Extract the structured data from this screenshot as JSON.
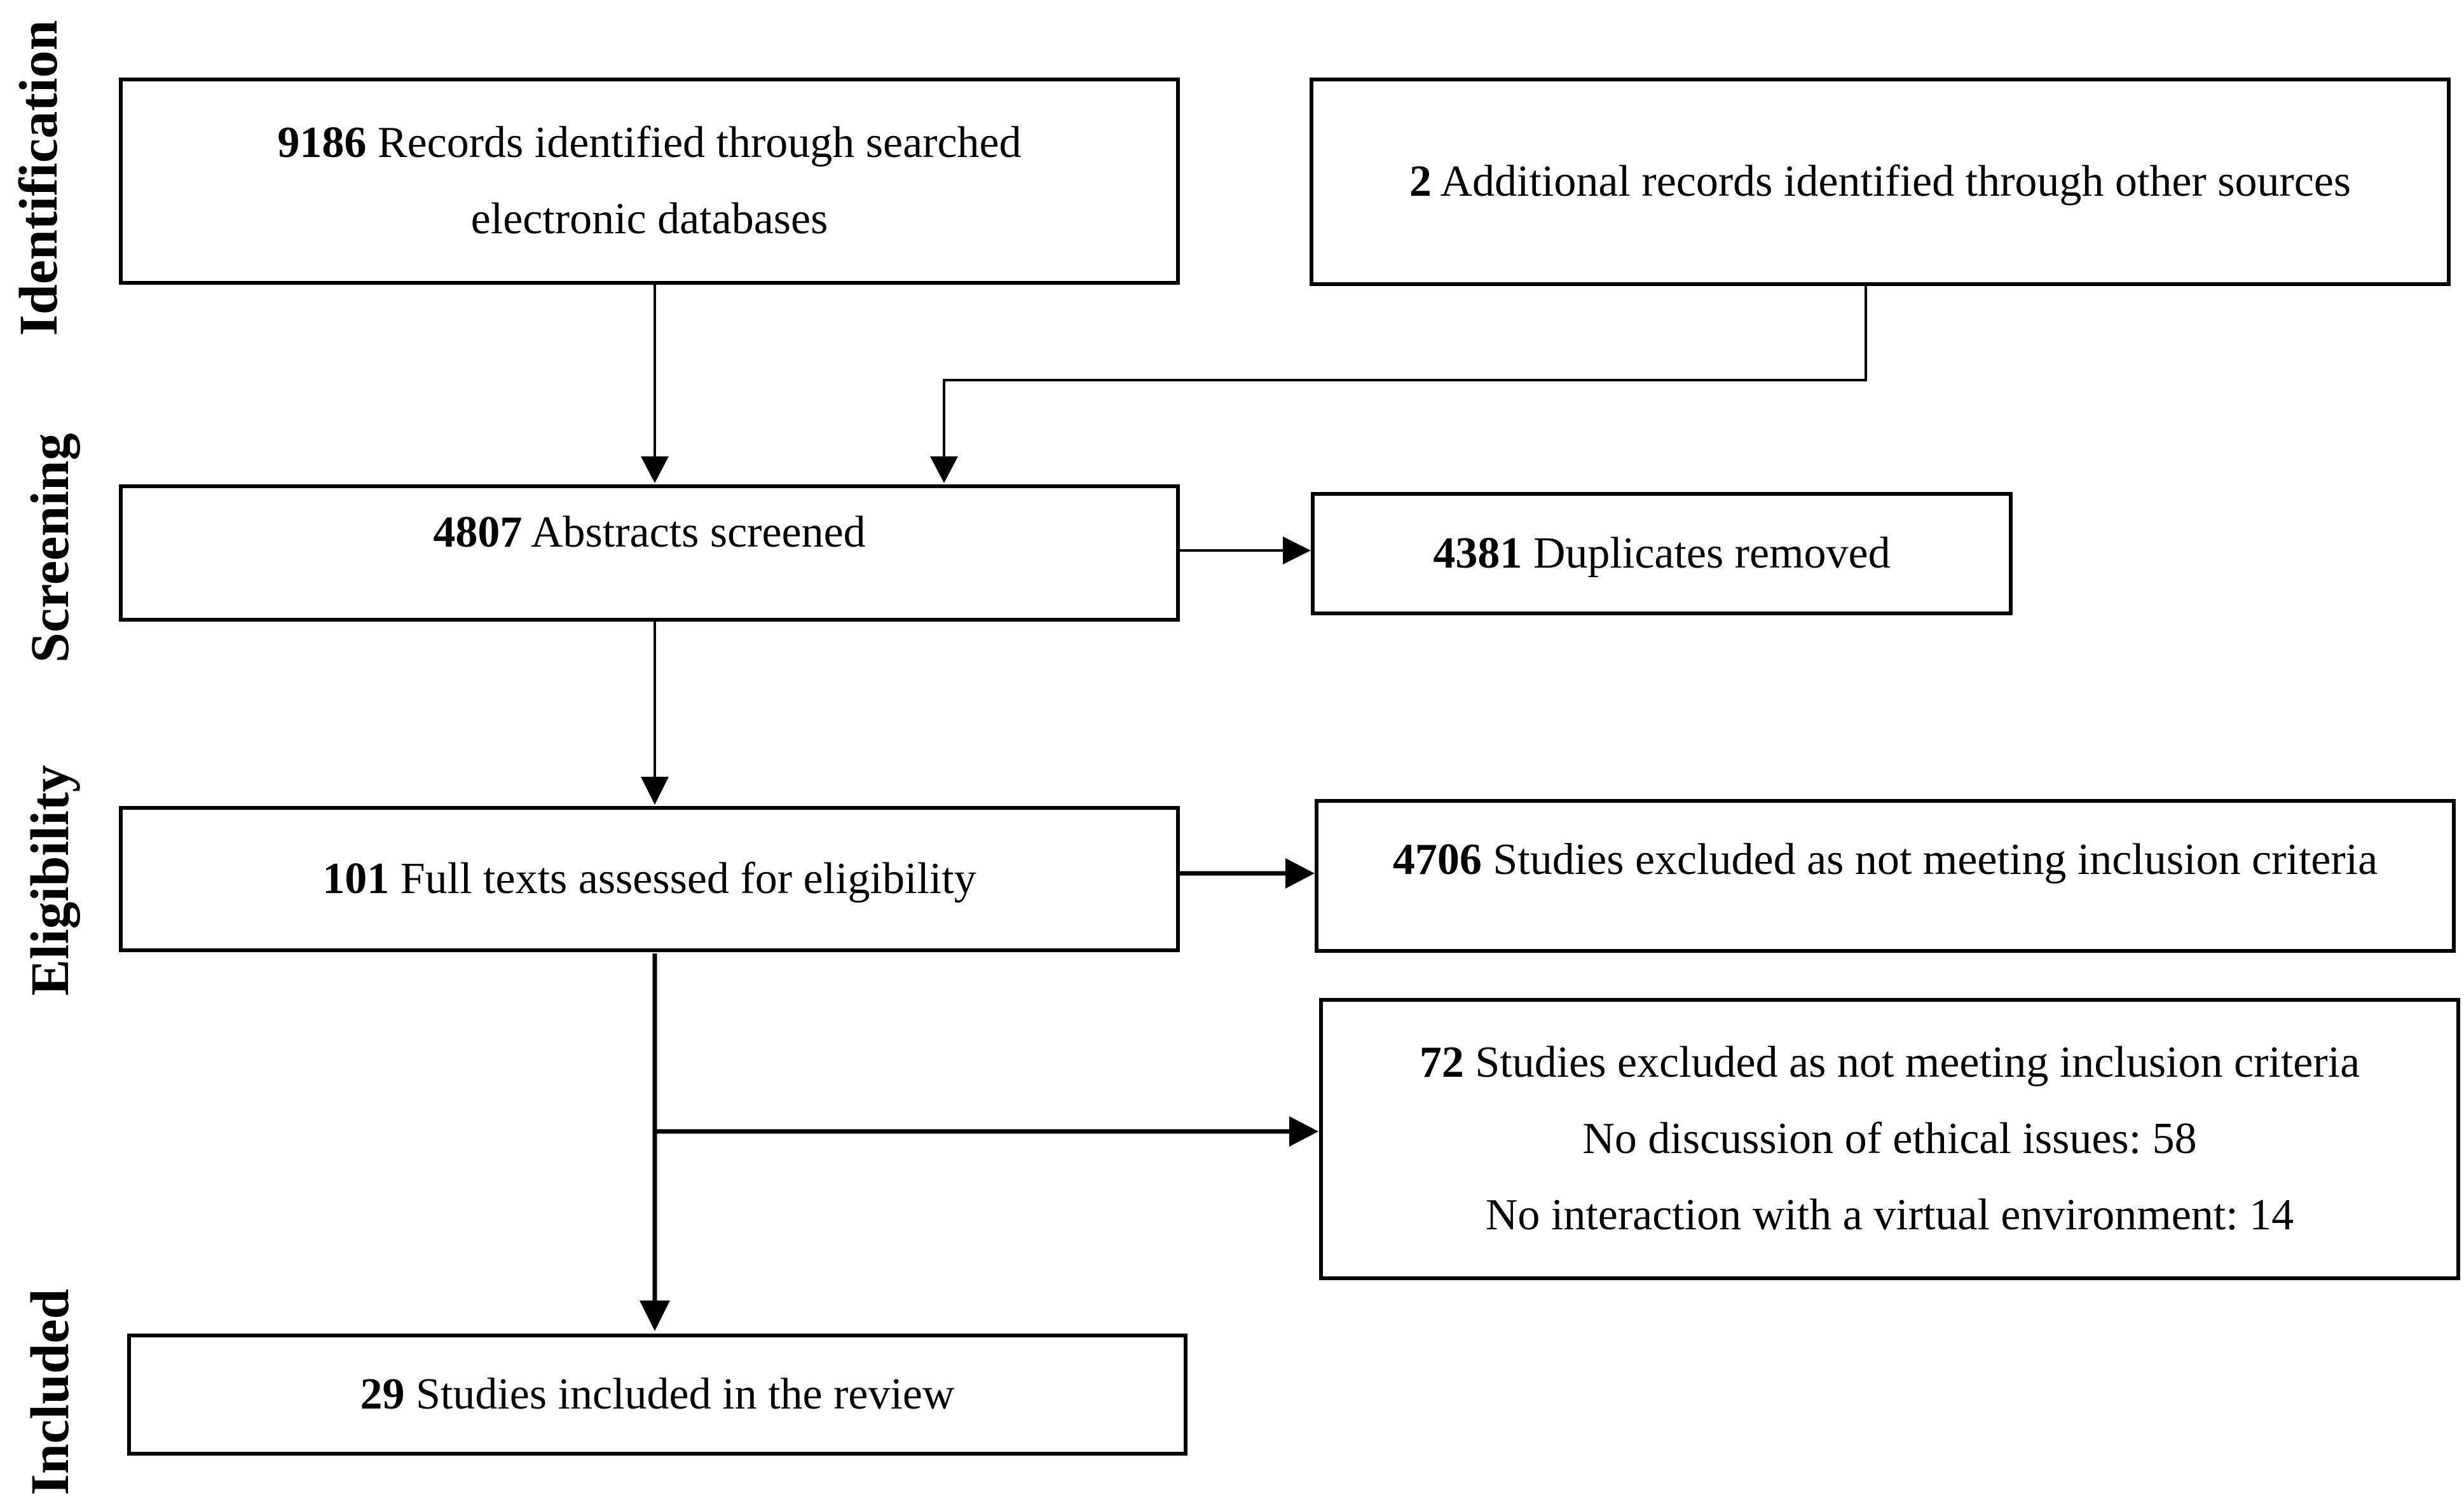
{
  "stages": {
    "identification": "Identification",
    "screening": "Screening",
    "eligibility": "Eligibility",
    "included": "Included"
  },
  "boxes": {
    "records_db": {
      "count": "9186",
      "text_line1": "Records identified through searched",
      "text_line2": "electronic databases"
    },
    "records_other": {
      "count": "2",
      "text": "Additional records identified through other sources"
    },
    "screened": {
      "count": "4807",
      "text": "Abstracts screened"
    },
    "duplicates": {
      "count": "4381",
      "text": "Duplicates removed"
    },
    "fulltext": {
      "count": "101",
      "text": "Full texts assessed for eligibility"
    },
    "excluded_screen": {
      "count": "4706",
      "text": "Studies excluded as not meeting inclusion criteria"
    },
    "excluded_full": {
      "count": "72",
      "text": "Studies excluded as not meeting inclusion criteria",
      "reason1": "No discussion of ethical issues: 58",
      "reason2": "No interaction with a virtual environment: 14"
    },
    "included": {
      "count": "29",
      "text": "Studies included in the review"
    }
  }
}
